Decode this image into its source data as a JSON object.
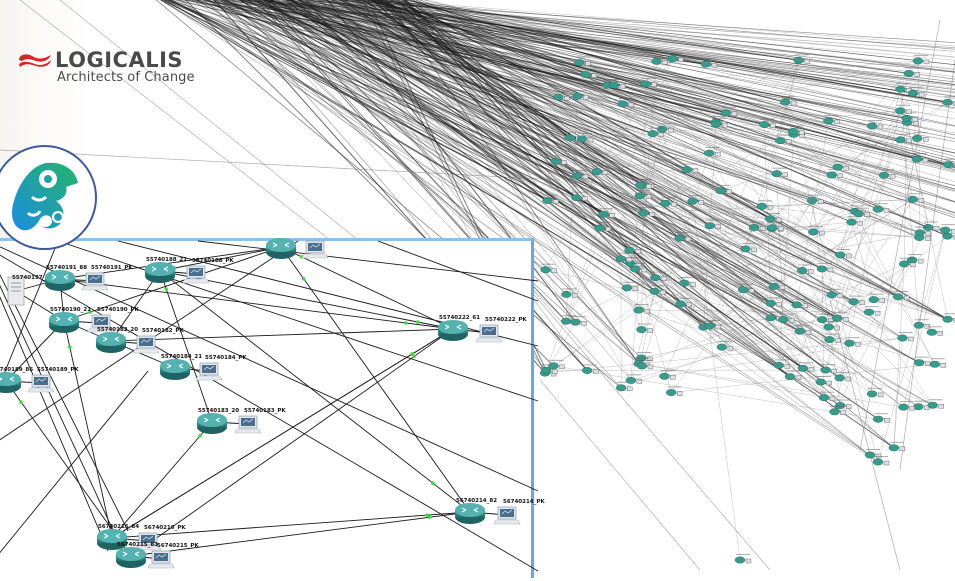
{
  "brand": {
    "name": "LOGICALIS",
    "tagline": "Architects of Change",
    "mark_color": "#d8232a",
    "text_color": "#4a4a4c"
  },
  "badge": {
    "icon": "chameleon-icon",
    "border_color": "#3c5a9a",
    "gradient": [
      "#1a8ee0",
      "#27b46a"
    ]
  },
  "inset_panel": {
    "border_color": "#6aa8d8",
    "router_color": "#2f8a8a",
    "port_color": "#3ddc3d",
    "nodes": [
      {
        "id": "server",
        "type": "server",
        "label": "55740197_server"
      },
      {
        "id": "r1",
        "type": "router",
        "label": "55740191_88"
      },
      {
        "id": "pc1",
        "type": "pc",
        "label": "55740191_PK"
      },
      {
        "id": "r2",
        "type": "router",
        "label": "55740188_21"
      },
      {
        "id": "pc2",
        "type": "pc",
        "label": "55740188_PK"
      },
      {
        "id": "r3",
        "type": "router",
        "label": "55740190_21"
      },
      {
        "id": "pc3",
        "type": "pc",
        "label": "55740190_PK"
      },
      {
        "id": "r4",
        "type": "router",
        "label": "55740182_20"
      },
      {
        "id": "pc4",
        "type": "pc",
        "label": "55740182_PK"
      },
      {
        "id": "r5",
        "type": "router",
        "label": "55740184_21"
      },
      {
        "id": "pc5",
        "type": "pc",
        "label": "55740184_PK"
      },
      {
        "id": "r6",
        "type": "router",
        "label": "55740189_86"
      },
      {
        "id": "pc6",
        "type": "pc",
        "label": "55740189_PK"
      },
      {
        "id": "r7",
        "type": "router",
        "label": "55740183_20"
      },
      {
        "id": "pc7",
        "type": "pc",
        "label": "55740183_PK"
      },
      {
        "id": "r8",
        "type": "router",
        "label": "55740222_61"
      },
      {
        "id": "pc8",
        "type": "pc",
        "label": "55740222_PK"
      },
      {
        "id": "r9",
        "type": "router",
        "label": "56740214_82"
      },
      {
        "id": "pc9",
        "type": "pc",
        "label": "56740214_PK"
      },
      {
        "id": "r10",
        "type": "router",
        "label": "56740216_84"
      },
      {
        "id": "pc10",
        "type": "pc",
        "label": "56740216_PK"
      },
      {
        "id": "r11",
        "type": "router",
        "label": "56740215_83"
      },
      {
        "id": "pc11",
        "type": "pc",
        "label": "56740215_PK"
      }
    ]
  },
  "background_graph": {
    "description": "dense network topology with many routers and links",
    "edge_color": "#333333",
    "node_color": "#3a9a8c"
  }
}
